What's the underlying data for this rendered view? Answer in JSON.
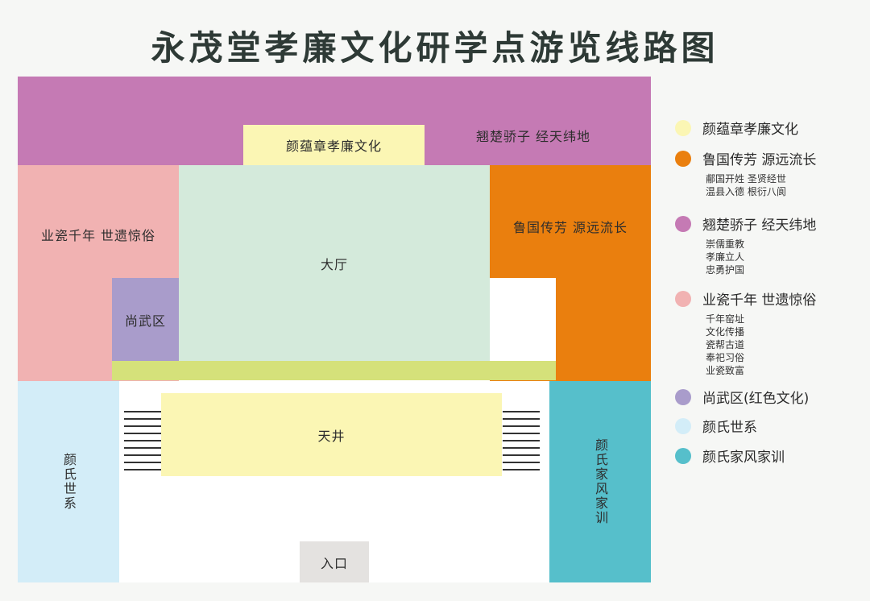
{
  "title": "永茂堂孝廉文化研学点游览线路图",
  "zones": {
    "top": "翘楚骄子 经天纬地",
    "yan_yunzhang": "颜蕴章孝廉文化",
    "hall": "大厅",
    "ceramics": "业瓷千年 世遗惊俗",
    "lu": "鲁国传芳 源远流长",
    "martial": "尚武区",
    "courtyard": "天井",
    "lineage": "颜氏世系",
    "family_rules": "颜氏家风家训",
    "entrance": "入口"
  },
  "legend": [
    {
      "label": "颜蕴章孝廉文化",
      "color": "#fbf6b4",
      "subs": []
    },
    {
      "label": "鲁国传芳 源远流长",
      "color": "#ea7f0e",
      "subs": [
        "郙国开姓 圣贤经世",
        "温县入德 根衍八阆"
      ]
    },
    {
      "label": "翘楚骄子 经天纬地",
      "color": "#c57ab4",
      "subs": [
        "崇儒重教",
        "孝廉立人",
        "忠勇护国"
      ]
    },
    {
      "label": "业瓷千年 世遗惊俗",
      "color": "#f1b2b2",
      "subs": [
        "千年窑址",
        "文化传播",
        "瓷帮古道",
        "奉祀习俗",
        "业瓷致富"
      ]
    },
    {
      "label": "尚武区(红色文化)",
      "color": "#a99ccb",
      "subs": []
    },
    {
      "label": "颜氏世系",
      "color": "#d3edf8",
      "subs": []
    },
    {
      "label": "颜氏家风家训",
      "color": "#56bfcb",
      "subs": []
    }
  ],
  "colors": {
    "top_band": "#c57ab4",
    "yellow": "#fbf6b4",
    "hall": "#d4eadb",
    "ceramics": "#f1b2b2",
    "orange": "#ea7f0e",
    "purple": "#a99ccb",
    "lime_strip": "#d5e17a",
    "light_blue": "#d3edf8",
    "teal": "#56bfcb",
    "entrance": "#e4e2e0"
  }
}
